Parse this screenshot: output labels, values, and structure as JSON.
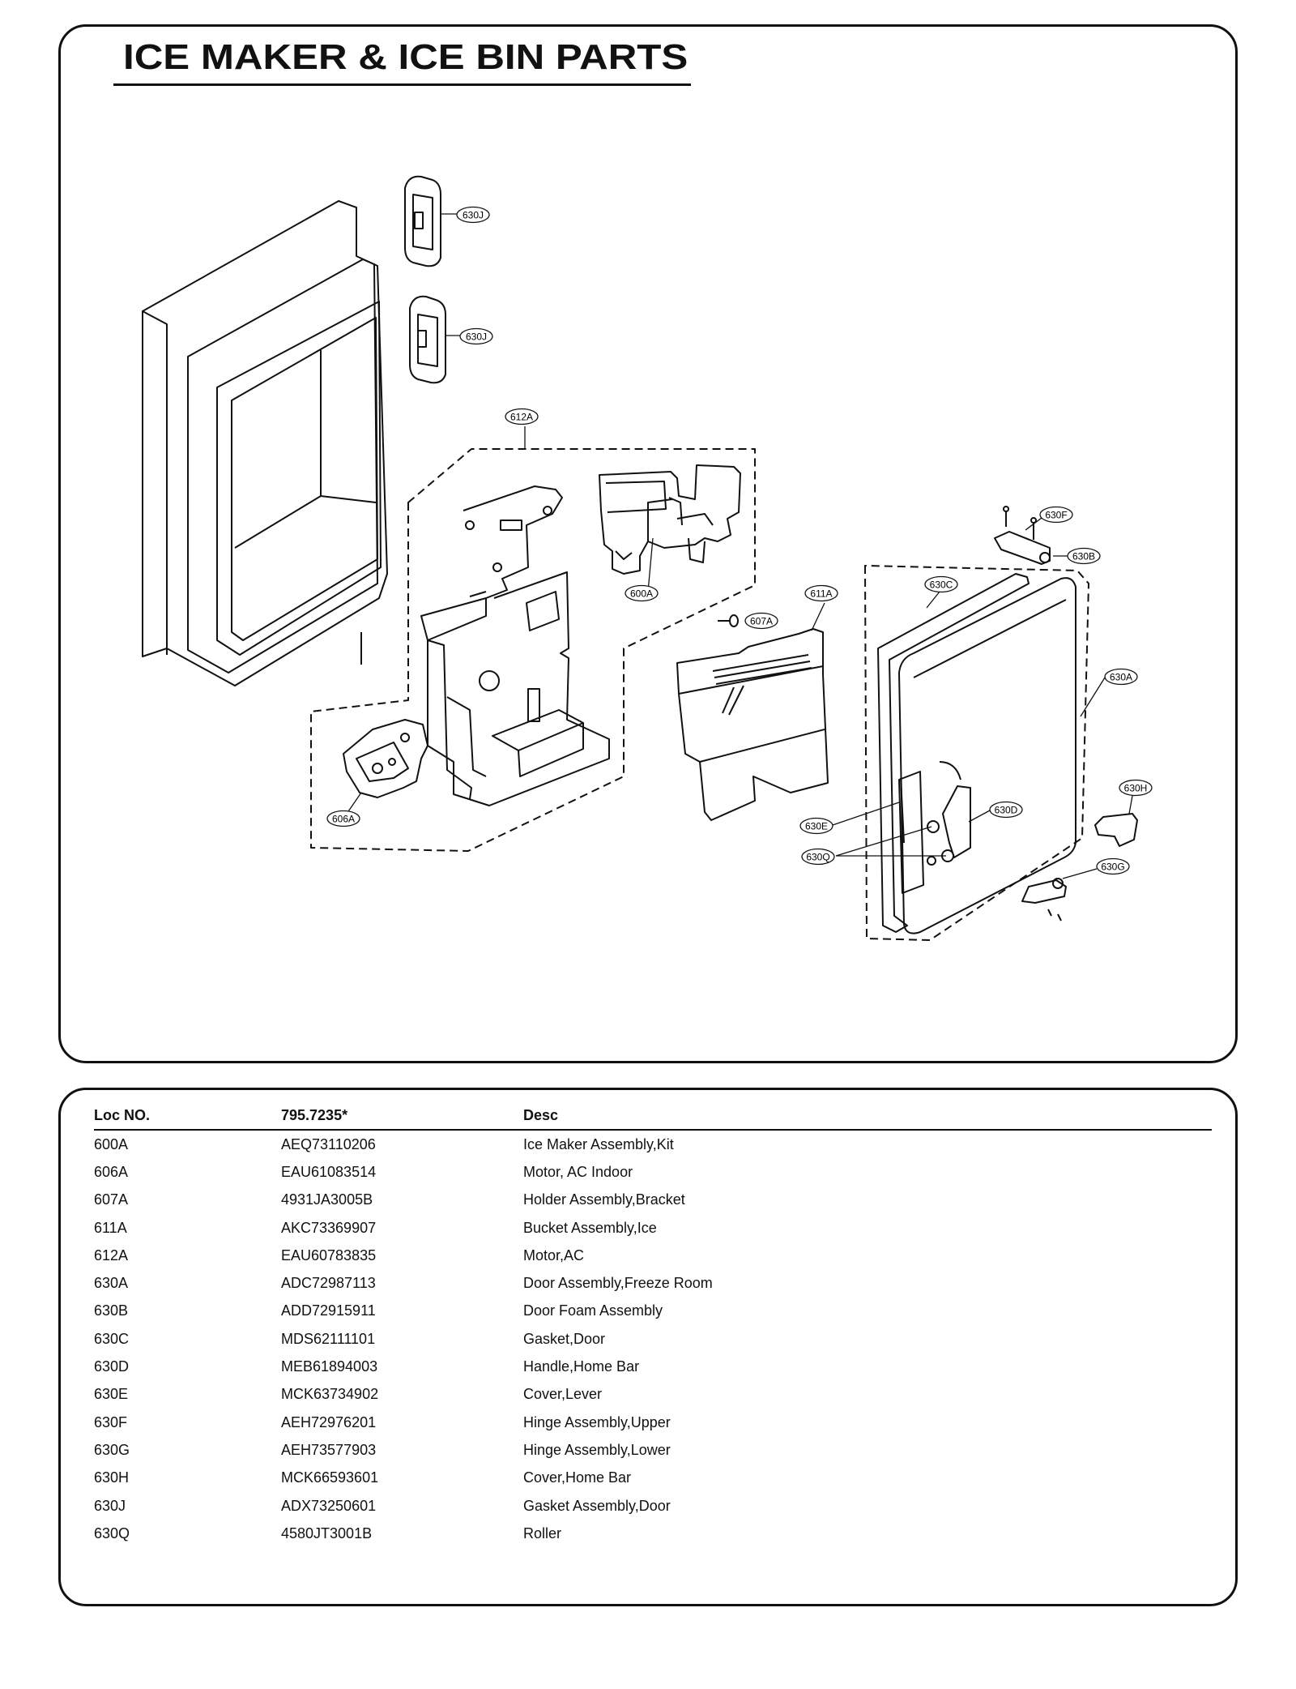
{
  "title": "ICE MAKER & ICE BIN PARTS",
  "diagram": {
    "callouts": [
      {
        "id": "630J-top",
        "label": "630J"
      },
      {
        "id": "630J-bottom",
        "label": "630J"
      },
      {
        "id": "612A",
        "label": "612A"
      },
      {
        "id": "600A",
        "label": "600A"
      },
      {
        "id": "607A",
        "label": "607A"
      },
      {
        "id": "611A",
        "label": "611A"
      },
      {
        "id": "606A",
        "label": "606A"
      },
      {
        "id": "630F",
        "label": "630F"
      },
      {
        "id": "630B",
        "label": "630B"
      },
      {
        "id": "630C",
        "label": "630C"
      },
      {
        "id": "630A",
        "label": "630A"
      },
      {
        "id": "630H",
        "label": "630H"
      },
      {
        "id": "630D",
        "label": "630D"
      },
      {
        "id": "630E",
        "label": "630E"
      },
      {
        "id": "630Q",
        "label": "630Q"
      },
      {
        "id": "630G",
        "label": "630G"
      }
    ]
  },
  "parts_table": {
    "headers": [
      "Loc NO.",
      "795.7235*",
      "Desc"
    ],
    "rows": [
      [
        "600A",
        "AEQ73110206",
        "Ice Maker Assembly,Kit"
      ],
      [
        "606A",
        "EAU61083514",
        "Motor, AC Indoor"
      ],
      [
        "607A",
        "4931JA3005B",
        "Holder Assembly,Bracket"
      ],
      [
        "611A",
        "AKC73369907",
        "Bucket Assembly,Ice"
      ],
      [
        "612A",
        "EAU60783835",
        "Motor,AC"
      ],
      [
        "630A",
        "ADC72987113",
        "Door Assembly,Freeze Room"
      ],
      [
        "630B",
        "ADD72915911",
        "Door Foam Assembly"
      ],
      [
        "630C",
        "MDS62111101",
        "Gasket,Door"
      ],
      [
        "630D",
        "MEB61894003",
        "Handle,Home Bar"
      ],
      [
        "630E",
        "MCK63734902",
        "Cover,Lever"
      ],
      [
        "630F",
        "AEH72976201",
        "Hinge Assembly,Upper"
      ],
      [
        "630G",
        "AEH73577903",
        "Hinge Assembly,Lower"
      ],
      [
        "630H",
        "MCK66593601",
        "Cover,Home Bar"
      ],
      [
        "630J",
        "ADX73250601",
        "Gasket Assembly,Door"
      ],
      [
        "630Q",
        "4580JT3001B",
        "Roller"
      ]
    ]
  }
}
